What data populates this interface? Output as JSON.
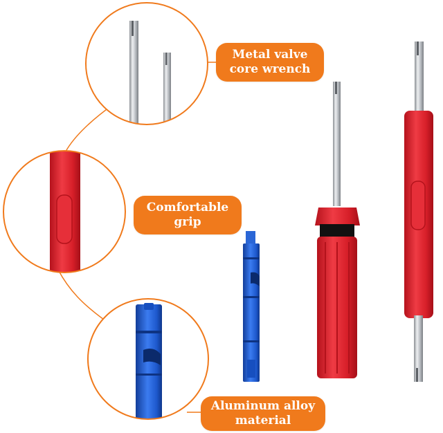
{
  "callouts": [
    {
      "line1": "Metal valve",
      "line2": "core wrench"
    },
    {
      "line1": "Comfortable",
      "line2": "grip"
    },
    {
      "line1": "Aluminum alloy",
      "line2": "material"
    }
  ],
  "colors": {
    "accent_orange": "#f07a1c",
    "handle_red": "#e0252f",
    "tool_blue": "#1f5fd0",
    "steel": "#c9ccd0"
  }
}
